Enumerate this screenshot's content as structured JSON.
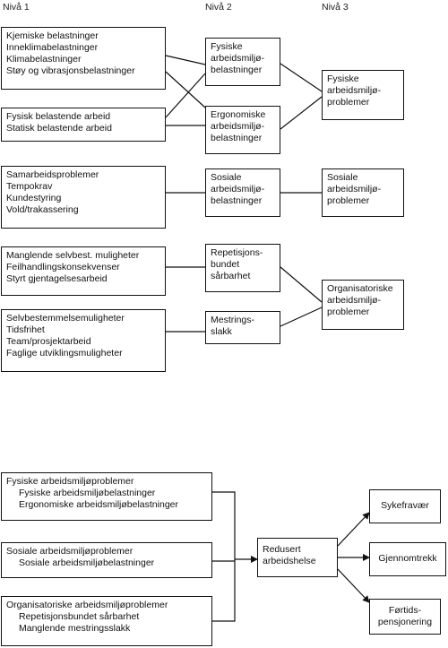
{
  "levels": {
    "l1": "Nivå 1",
    "l2": "Nivå 2",
    "l3": "Nivå 3"
  },
  "level1": [
    [
      "Kjemiske belastninger",
      "Inneklimabelastninger",
      "Klimabelastninger",
      "Støy og vibrasjonsbelastninger"
    ],
    [
      "Fysisk belastende arbeid",
      "Statisk belastende arbeid"
    ],
    [
      "Samarbeidsproblemer",
      "Tempokrav",
      "Kundestyring",
      "Vold/trakassering"
    ],
    [
      "Manglende selvbest. muligheter",
      "Feilhandlingskonsekvenser",
      "Styrt gjentagelsesarbeid"
    ],
    [
      "Selvbestemmelsemuligheter",
      "Tidsfrihet",
      "Team/prosjektarbeid",
      "Faglige utviklingsmuligheter"
    ]
  ],
  "level2": [
    [
      "Fysiske",
      "arbeidsmiljø-",
      "belastninger"
    ],
    [
      "Ergonomiske",
      "arbeidsmiljø-",
      "belastninger"
    ],
    [
      "Sosiale",
      "arbeidsmiljø-",
      "belastninger"
    ],
    [
      "Repetisjons-",
      "bundet",
      "sårbarhet"
    ],
    [
      "Mestrings-",
      "slakk"
    ]
  ],
  "level3": [
    [
      "Fysiske",
      "arbeidsmiljø-",
      "problemer"
    ],
    [
      "Sosiale",
      "arbeidsmiljø-",
      "problemer"
    ],
    [
      "Organisatoriske",
      "arbeidsmiljø-",
      "problemer"
    ]
  ],
  "summary": [
    {
      "title": "Fysiske arbeidsmiljøproblemer",
      "items": [
        "Fysiske arbeidsmiljøbelastninger",
        "Ergonomiske arbeidsmiljøbelastninger"
      ]
    },
    {
      "title": "Sosiale arbeidsmiljøproblemer",
      "items": [
        "Sosiale arbeidsmiljøbelastninger"
      ]
    },
    {
      "title": "Organisatoriske arbeidsmiljøproblemer",
      "items": [
        "Repetisjonsbundet sårbarhet",
        "Manglende mestringsslakk"
      ]
    }
  ],
  "health": [
    "Redusert",
    "arbeidshelse"
  ],
  "outcomes": [
    [
      "Sykefravær"
    ],
    [
      "Gjennomtrekk"
    ],
    [
      "Førtids-",
      "pensjonering"
    ]
  ]
}
